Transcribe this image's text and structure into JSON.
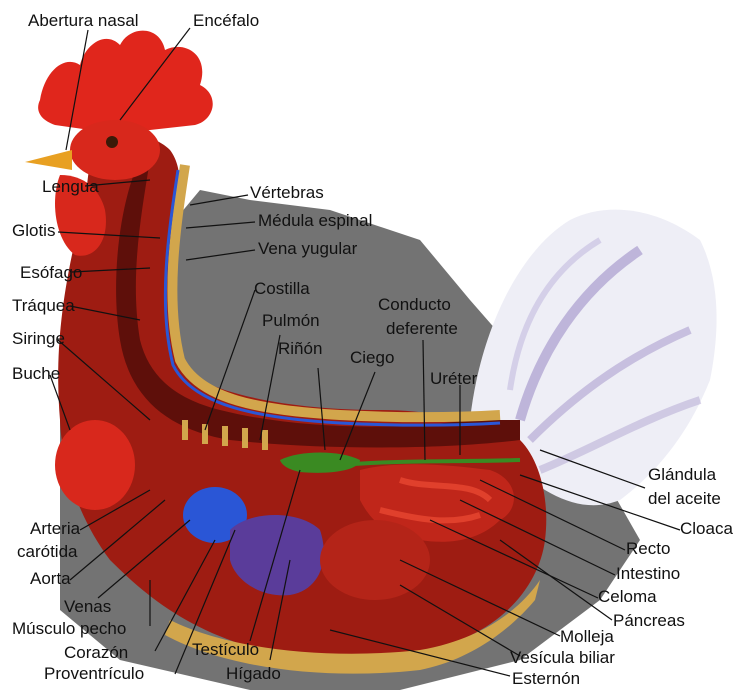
{
  "labels": {
    "abertura_nasal": "Abertura nasal",
    "encefalo": "Encéfalo",
    "lengua": "Lengua",
    "vertebras": "Vértebras",
    "medula_espinal": "Médula espinal",
    "glotis": "Glotis",
    "vena_yugular": "Vena yugular",
    "esofago": "Esófago",
    "traquea": "Tráquea",
    "costilla": "Costilla",
    "conducto_deferente_1": "Conducto",
    "conducto_deferente_2": "deferente",
    "pulmon": "Pulmón",
    "siringe": "Siringe",
    "rinon": "Riñón",
    "ciego": "Ciego",
    "buche": "Buche",
    "ureter": "Uréter",
    "glandula_1": "Glándula",
    "glandula_2": "del aceite",
    "arteria_1": "Arteria",
    "arteria_2": "carótida",
    "cloaca": "Cloaca",
    "recto": "Recto",
    "aorta": "Aorta",
    "intestino": "Intestino",
    "venas": "Venas",
    "celoma": "Celoma",
    "musculo_pecho": "Músculo pecho",
    "pancreas": "Páncreas",
    "corazon": "Corazón",
    "molleja": "Molleja",
    "testiculo": "Testículo",
    "vesicula": "Vesícula biliar",
    "proventriculo": "Proventrículo",
    "higado": "Hígado",
    "esternon": "Esternón"
  },
  "colors": {
    "comb": "#e0261c",
    "body_red": "#9e1c12",
    "dark_red": "#5e0f0a",
    "shadow": "#5a5a5a",
    "bone": "#d2a64c",
    "heart_blue": "#2a56d6",
    "liver_purple": "#5a3c9a",
    "kidney_green": "#3a8a22",
    "tail_white": "#eeeef6",
    "tail_violet": "#9f90c8",
    "leader": "#111111"
  }
}
